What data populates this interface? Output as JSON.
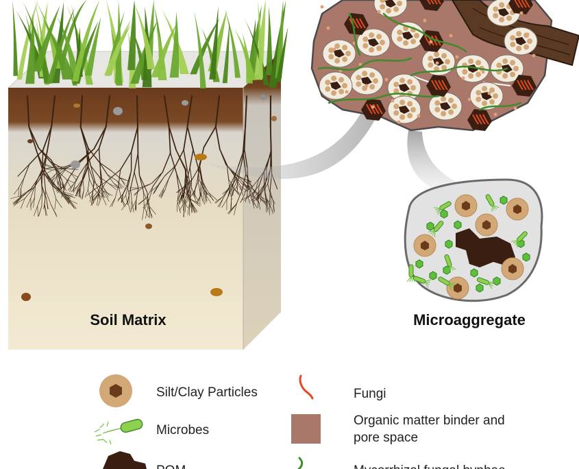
{
  "labels": {
    "soil_matrix": "Soil Matrix",
    "microaggregate": "Microaggregate"
  },
  "legend": [
    {
      "key": "silt-clay",
      "text": "Silt/Clay Particles",
      "color": "#d2a877"
    },
    {
      "key": "microbes",
      "text": "Microbes",
      "color": "#8fd14f"
    },
    {
      "key": "pom",
      "text": "POM",
      "color": "#3a1e12"
    },
    {
      "key": "fungi",
      "text": "Fungi",
      "color": "#e04a1e"
    },
    {
      "key": "organic-binder",
      "text": "Organic matter binder and pore space",
      "color": "#a9786a"
    },
    {
      "key": "root",
      "text": "Mycorrhizal fungal hyphae",
      "color": "#3f8a2a"
    }
  ],
  "colors": {
    "topsoil": "#6e3c1b",
    "subsoil": "#ece1c6",
    "aggregate": "#a9786a",
    "micro_bg": "#e2e2e2",
    "grass": "#5e9a26"
  }
}
